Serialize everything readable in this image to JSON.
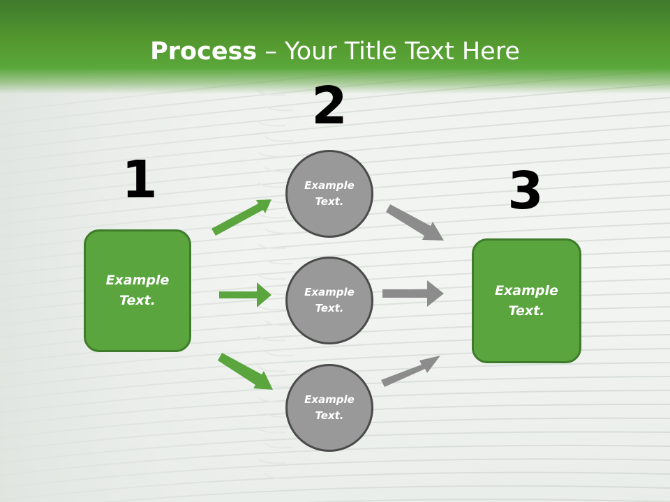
{
  "header": {
    "title_bold": "Process",
    "title_rest": " – Your Title Text Here"
  },
  "steps": {
    "one": "1",
    "two": "2",
    "three": "3"
  },
  "nodes": {
    "left_box": "Example\nText.",
    "circle_top": "Example\nText.",
    "circle_middle": "Example\nText.",
    "circle_bottom": "Example\nText.",
    "right_box": "Example\nText."
  },
  "colors": {
    "header_green": "#54992f",
    "box_green": "#5aa53e",
    "box_border": "#3e7b2a",
    "circle_gray": "#999999",
    "circle_border": "#4a4a4a",
    "arrow_green": "#5aa53e",
    "arrow_gray": "#8c8c8c"
  }
}
